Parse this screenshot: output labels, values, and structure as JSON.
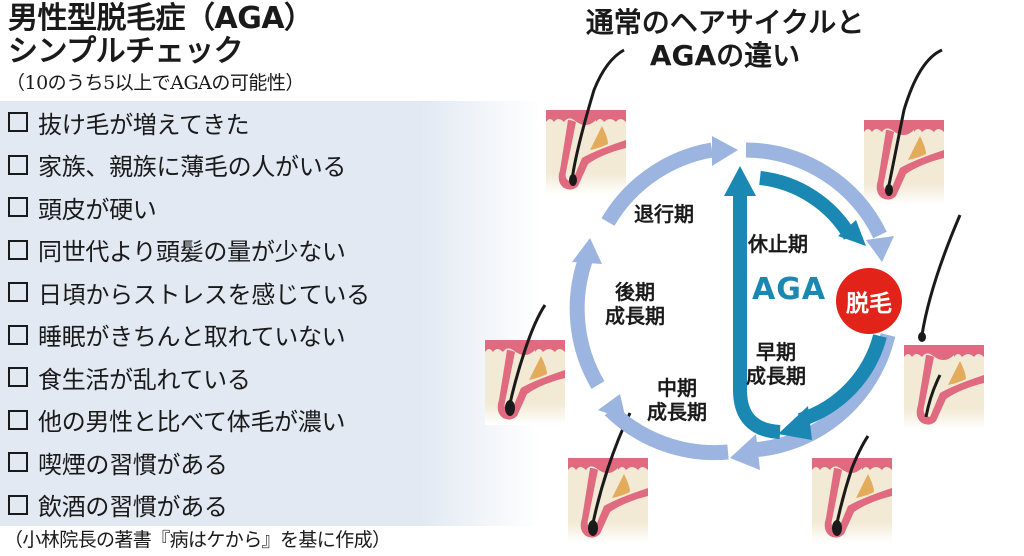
{
  "checklist": {
    "title_line1": "男性型脱毛症（AGA）",
    "title_line2": "シンプルチェック",
    "note": "（10のうち5以上でAGAの可能性）",
    "items": [
      {
        "label": "抜け毛が増えてきた",
        "checked": false
      },
      {
        "label": "家族、親族に薄毛の人がいる",
        "checked": false
      },
      {
        "label": "頭皮が硬い",
        "checked": false
      },
      {
        "label": "同世代より頭髪の量が少ない",
        "checked": false
      },
      {
        "label": "日頃からストレスを感じている",
        "checked": false
      },
      {
        "label": "睡眠がきちんと取れていない",
        "checked": false
      },
      {
        "label": "食生活が乱れている",
        "checked": false
      },
      {
        "label": "他の男性と比べて体毛が濃い",
        "checked": false
      },
      {
        "label": "喫煙の習慣がある",
        "checked": false
      },
      {
        "label": "飲酒の習慣がある",
        "checked": false
      }
    ],
    "source": "（小林院長の著書『病はケから』を基に作成）"
  },
  "diagram": {
    "title_line1": "通常のヘアサイクルと",
    "title_line2": "AGAの違い",
    "phases": {
      "catagen": "退行期",
      "telogen": "休止期",
      "late_anagen_1": "後期",
      "late_anagen_2": "成長期",
      "mid_anagen_1": "中期",
      "mid_anagen_2": "成長期",
      "early_anagen_1": "早期",
      "early_anagen_2": "成長期"
    },
    "aga_label": "AGA",
    "hairloss_label": "脱毛",
    "colors": {
      "normal_cycle": "#9bb4e0",
      "aga_cycle": "#1a88b3",
      "hairloss": "#e2231a",
      "skin_pink": "#e06a80",
      "skin_base": "#f3ead6",
      "gland": "#e2ac5c",
      "panel_bg": "#e2e9f3"
    }
  }
}
